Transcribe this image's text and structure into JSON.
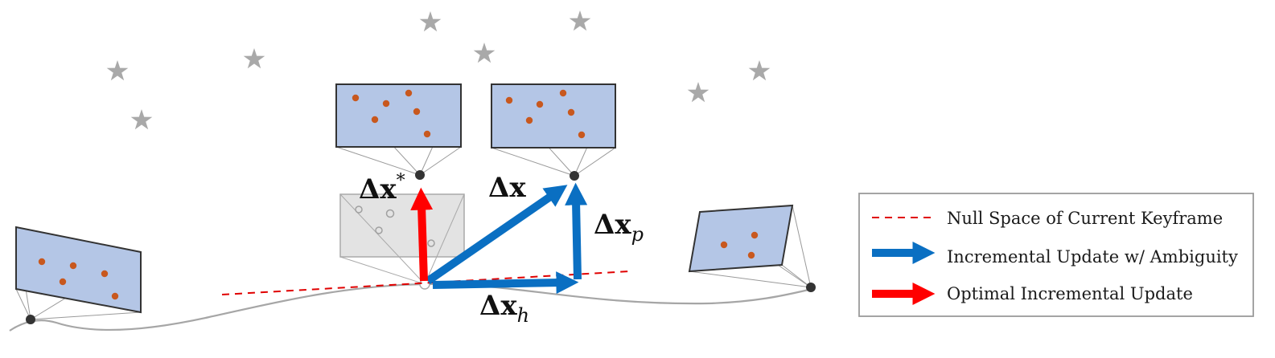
{
  "colors": {
    "blue_arrow": "#0a6fc2",
    "red_arrow": "#ff0000",
    "image_plane_fill": "#b4c6e6",
    "feature_point": "#c8581e",
    "star": "#a9a9a9",
    "trajectory": "#a6a6a6",
    "null_space_line": "#e00000",
    "ghost_frame_fill": "#e3e3e3"
  },
  "labels": {
    "dx_star": {
      "main": "Δx",
      "sup": "*"
    },
    "dx": {
      "main": "Δx"
    },
    "dx_p": {
      "main": "Δx",
      "sub": "p"
    },
    "dx_h": {
      "main": "Δx",
      "sub": "h"
    }
  },
  "legend": {
    "items": [
      {
        "symbol": "dashed-red-line",
        "label": "Null Space of Current Keyframe"
      },
      {
        "symbol": "blue-arrow",
        "label": "Incremental Update w/ Ambiguity"
      },
      {
        "symbol": "red-arrow",
        "label": "Optimal Incremental Update"
      }
    ]
  }
}
